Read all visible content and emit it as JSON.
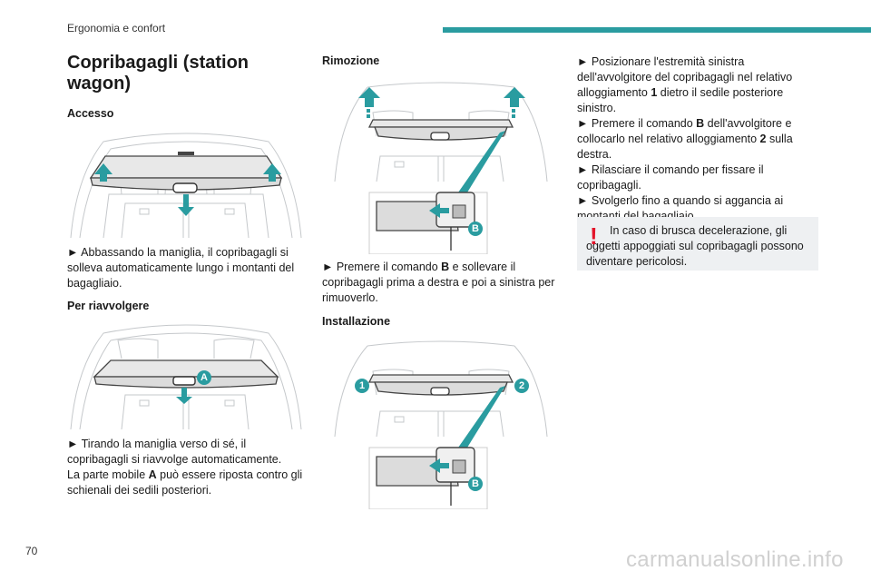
{
  "header": {
    "section": "Ergonomia e confort"
  },
  "page_number": "70",
  "watermark": "carmanualsonline.info",
  "title": "Copribagagli (station wagon)",
  "access": {
    "heading": "Accesso",
    "text": "► Abbassando la maniglia, il copribagagli si solleva automaticamente lungo i montanti del bagagliaio."
  },
  "roll_up": {
    "heading": "Per riavvolgere",
    "text1": "► Tirando la maniglia verso di sé, il copribagagli si riavvolge automaticamente.",
    "text2_a": "La parte mobile ",
    "text2_b": "A",
    "text2_c": " può essere riposta contro gli schienali dei sedili posteriori.",
    "label_a": "A"
  },
  "removal": {
    "heading": "Rimozione",
    "text_a": "► Premere il comando ",
    "text_b": "B",
    "text_c": " e sollevare il copribagagli prima a destra e poi a sinistra per rimuoverlo.",
    "label_b": "B"
  },
  "installation": {
    "heading": "Installazione",
    "label_1": "1",
    "label_2": "2",
    "label_b": "B",
    "step1_a": "► Posizionare l'estremità sinistra dell'avvolgitore del copribagagli nel relativo alloggiamento ",
    "step1_b": "1",
    "step1_c": " dietro il sedile posteriore sinistro.",
    "step2_a": "► Premere il comando ",
    "step2_b": "B",
    "step2_c": " dell'avvolgitore e collocarlo nel relativo alloggiamento ",
    "step2_d": "2",
    "step2_e": " sulla destra.",
    "step3": "► Rilasciare il comando per fissare il copribagagli.",
    "step4": "► Svolgerlo fino a quando si aggancia ai montanti del bagagliaio."
  },
  "warning": {
    "icon": "!",
    "text": "In caso di brusca decelerazione, gli oggetti appoggiati sul copribagagli possono diventare pericolosi."
  },
  "colors": {
    "accent": "#2a9ca0",
    "callout": "#2a9ca0",
    "warning": "#e3142a",
    "note_bg": "#eef0f2"
  }
}
